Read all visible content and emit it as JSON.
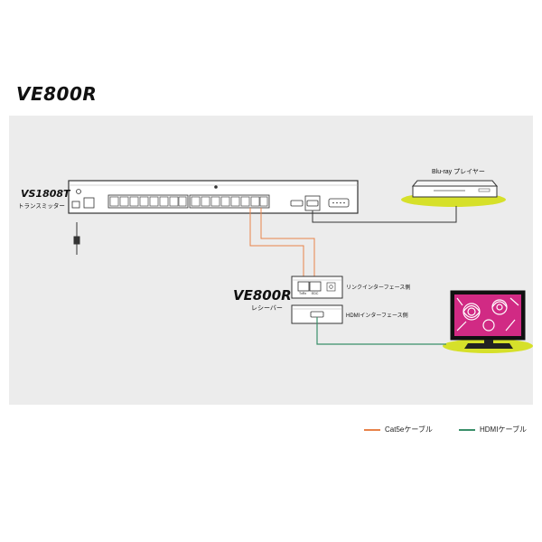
{
  "page_title": "VE800R",
  "transmitter": {
    "model": "VS1808T",
    "role": "トランスミッター"
  },
  "bluray": {
    "label": "Blu-ray プレイヤー"
  },
  "receiver": {
    "model": "VE800R",
    "role": "レシーバー",
    "link_side": "リンクインターフェース側",
    "hdmi_side": "HDMIインターフェース側",
    "port_labels": [
      "TxRx",
      "EDC"
    ]
  },
  "legend": [
    {
      "label": "Cat5eケーブル",
      "color": "#e8834a"
    },
    {
      "label": "HDMIケーブル",
      "color": "#3a8f6a"
    }
  ],
  "colors": {
    "panel": "#ececec",
    "cat5e": "#e8834a",
    "hdmi": "#3a8f6a",
    "highlight": "#d6e02a"
  }
}
